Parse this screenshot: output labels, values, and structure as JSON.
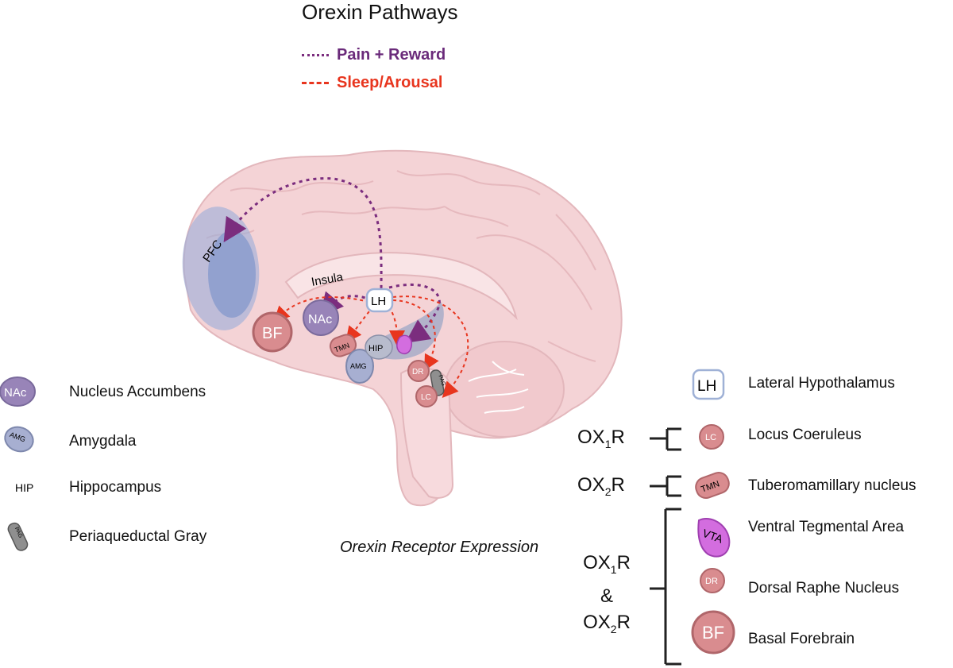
{
  "title": "Orexin Pathways",
  "legend": {
    "pain_reward": "Pain + Reward",
    "sleep_arousal": "Sleep/Arousal",
    "pain_color": "#7b2d7e",
    "sleep_color": "#e8351e"
  },
  "brain_labels": {
    "pfc": "PFC",
    "insula": "Insula",
    "lh": "LH",
    "bf": "BF",
    "nac": "NAc",
    "tmn": "TMN",
    "hip": "HIP",
    "amg": "AMG",
    "dr": "DR",
    "lc": "LC",
    "pag": "PAG"
  },
  "left_key": [
    {
      "abbr": "NAc",
      "label": "Nucleus Accumbens"
    },
    {
      "abbr": "AMG",
      "label": "Amygdala"
    },
    {
      "abbr": "HIP",
      "label": "Hippocampus"
    },
    {
      "abbr": "PAG",
      "label": "Periaqueductal Gray"
    }
  ],
  "right_key": [
    {
      "abbr": "LH",
      "label": "Lateral Hypothalamus"
    },
    {
      "abbr": "LC",
      "label": "Locus Coeruleus"
    },
    {
      "abbr": "TMN",
      "label": "Tuberomamillary nucleus"
    },
    {
      "abbr": "VTA",
      "label": "Ventral Tegmental Area"
    },
    {
      "abbr": "DR",
      "label": "Dorsal Raphe Nucleus"
    },
    {
      "abbr": "BF",
      "label": "Basal Forebrain"
    }
  ],
  "receptors": {
    "ox1r": {
      "pre": "OX",
      "sub": "1",
      "post": "R"
    },
    "ox2r": {
      "pre": "OX",
      "sub": "2",
      "post": "R"
    },
    "both_amp": "&"
  },
  "caption": "Orexin Receptor Expression"
}
